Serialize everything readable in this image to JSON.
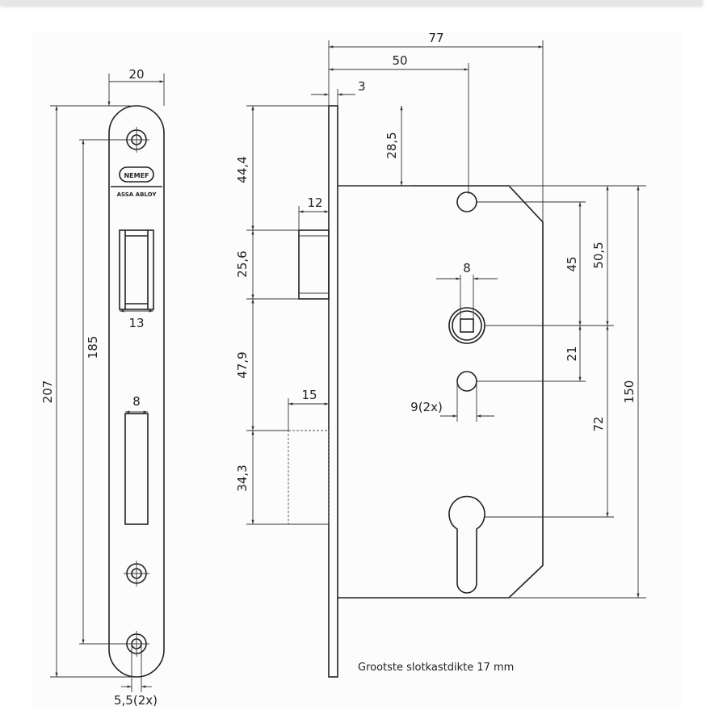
{
  "front_view": {
    "brand_logo": "NEMEF",
    "brand_sub": "ASSA ABLOY",
    "dims": {
      "width": "20",
      "height": "207",
      "screw_span": "185",
      "latch_width": "13",
      "bolt_width": "8",
      "screw_hole": "5,5(2x)"
    }
  },
  "side_view": {
    "dims": {
      "depth_total": "77",
      "backset": "50",
      "plate_thickness": "3",
      "top_to_case": "28,5",
      "top_to_latch": "44,4",
      "latch_projection": "12",
      "latch_height": "25,6",
      "latch_to_bolt": "47,9",
      "bolt_projection": "15",
      "bolt_height": "34,3",
      "spindle": "8",
      "holes": "9(2x)",
      "hole_to_spindle": "45",
      "case_to_spindle": "50,5",
      "spindle_to_hole": "21",
      "spindle_to_cylinder": "72",
      "case_height": "150"
    },
    "note": "Grootste slotkastdikte 17 mm"
  }
}
